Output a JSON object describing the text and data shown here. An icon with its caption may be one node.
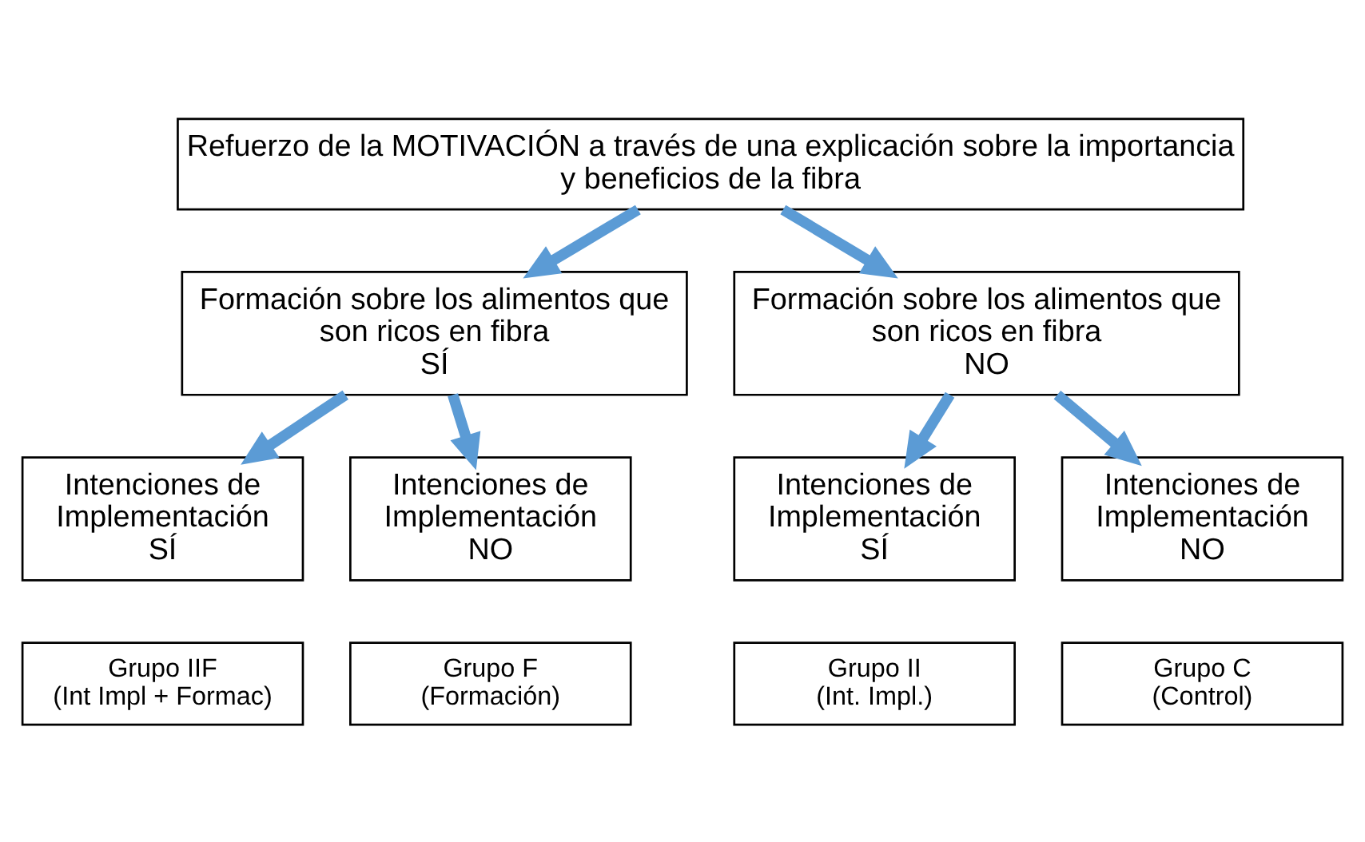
{
  "diagram": {
    "nodes": [
      {
        "text": [
          "Refuerzo de la MOTIVACIÓN a través de una explicación sobre la importancia y beneficios de la fibra"
        ]
      },
      {
        "text": [
          "Formación sobre los alimentos que son ricos en fibra",
          "SÍ"
        ]
      },
      {
        "text": [
          "Formación sobre los alimentos que son ricos en fibra",
          "NO"
        ]
      },
      {
        "text": [
          "Intenciones de Implementación",
          "SÍ"
        ]
      },
      {
        "text": [
          "Intenciones de Implementación",
          "NO"
        ]
      },
      {
        "text": [
          "Intenciones de Implementación",
          "SÍ"
        ]
      },
      {
        "text": [
          "Intenciones de Implementación",
          "NO"
        ]
      },
      {
        "text": [
          "Grupo IIF",
          "(Int Impl + Formac)"
        ]
      },
      {
        "text": [
          "Grupo F",
          "(Formación)"
        ]
      },
      {
        "text": [
          "Grupo II",
          "(Int. Impl.)"
        ]
      },
      {
        "text": [
          "Grupo C",
          "(Control)"
        ]
      }
    ],
    "edges": [
      {
        "from": 0,
        "to": 1,
        "arrow": "to"
      },
      {
        "from": 0,
        "to": 2,
        "arrow": "to"
      },
      {
        "from": 1,
        "to": 3,
        "arrow": "to"
      },
      {
        "from": 1,
        "to": 4,
        "arrow": "to"
      },
      {
        "from": 2,
        "to": 5,
        "arrow": "to"
      },
      {
        "from": 2,
        "to": 6,
        "arrow": "to"
      }
    ]
  }
}
